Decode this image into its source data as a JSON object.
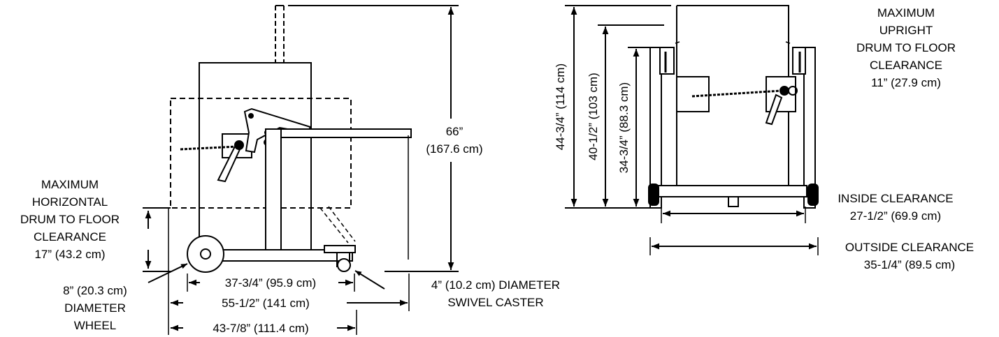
{
  "side_view": {
    "height_label": [
      "66”",
      "(167.6 cm)"
    ],
    "horizontal_clearance": [
      "MAXIMUM",
      "HORIZONTAL",
      "DRUM TO FLOOR",
      "CLEARANCE",
      "17” (43.2 cm)"
    ],
    "wheel_label": [
      "8” (20.3 cm)",
      "DIAMETER",
      "WHEEL"
    ],
    "caster_label": [
      "4” (10.2 cm) DIAMETER",
      "SWIVEL CASTER"
    ],
    "dim_1": "37-3/4” (95.9 cm)",
    "dim_2": "55-1/2” (141 cm)",
    "dim_3": "43-7/8” (111.4 cm)"
  },
  "front_view": {
    "upright_clearance": [
      "MAXIMUM",
      "UPRIGHT",
      "DRUM TO FLOOR",
      "CLEARANCE",
      "11” (27.9 cm)"
    ],
    "height_1": "44-3/4” (114 cm)",
    "height_2": "40-1/2” (103 cm)",
    "height_3": "34-3/4” (88.3 cm)",
    "inside_clearance": [
      "INSIDE CLEARANCE",
      "27-1/2” (69.9 cm)"
    ],
    "outside_clearance": [
      "OUTSIDE CLEARANCE",
      "35-1/4” (89.5 cm)"
    ]
  }
}
